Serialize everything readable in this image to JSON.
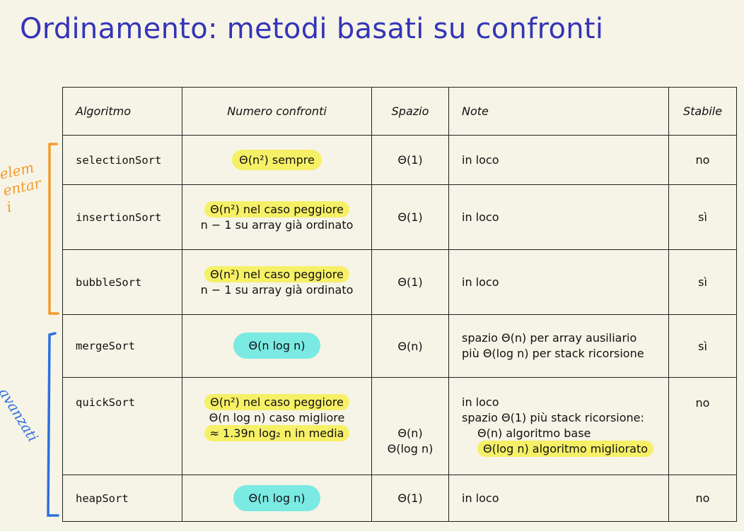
{
  "title": "Ordinamento: metodi basati su confronti",
  "header": {
    "algoritmo": "Algoritmo",
    "confronti": "Numero confronti",
    "spazio": "Spazio",
    "note": "Note",
    "stabile": "Stabile"
  },
  "rows": [
    {
      "name": "selectionSort",
      "conf": [
        "Θ(n²) sempre"
      ],
      "space": [
        "Θ(1)"
      ],
      "note": [
        "in loco"
      ],
      "stable": "no"
    },
    {
      "name": "insertionSort",
      "conf": [
        "Θ(n²) nel caso peggiore",
        "n − 1 su array già ordinato"
      ],
      "space": [
        "Θ(1)"
      ],
      "note": [
        "in loco"
      ],
      "stable": "sì"
    },
    {
      "name": "bubbleSort",
      "conf": [
        "Θ(n²) nel caso peggiore",
        "n − 1 su array già ordinato"
      ],
      "space": [
        "Θ(1)"
      ],
      "note": [
        "in loco"
      ],
      "stable": "sì"
    },
    {
      "name": "mergeSort",
      "conf": [
        "Θ(n log n)"
      ],
      "space": [
        "Θ(n)"
      ],
      "note": [
        "spazio Θ(n) per array ausiliario",
        "più Θ(log n) per stack ricorsione"
      ],
      "stable": "sì"
    },
    {
      "name": "quickSort",
      "conf": [
        "Θ(n²) nel caso peggiore",
        "Θ(n log n) caso migliore",
        "≈ 1.39n log₂ n in media"
      ],
      "space": [
        "Θ(n)",
        "Θ(log n)"
      ],
      "note": [
        "in loco",
        "spazio Θ(1) più stack ricorsione:",
        "Θ(n) algoritmo base",
        "Θ(log n) algoritmo migliorato"
      ],
      "stable": "no"
    },
    {
      "name": "heapSort",
      "conf": [
        "Θ(n log n)"
      ],
      "space": [
        "Θ(1)"
      ],
      "note": [
        "in loco"
      ],
      "stable": "no"
    }
  ],
  "annotations": {
    "orange": "elementari",
    "blue": "avanzati",
    "orange_color": "#f39a2b",
    "blue_color": "#2b6fe0"
  }
}
